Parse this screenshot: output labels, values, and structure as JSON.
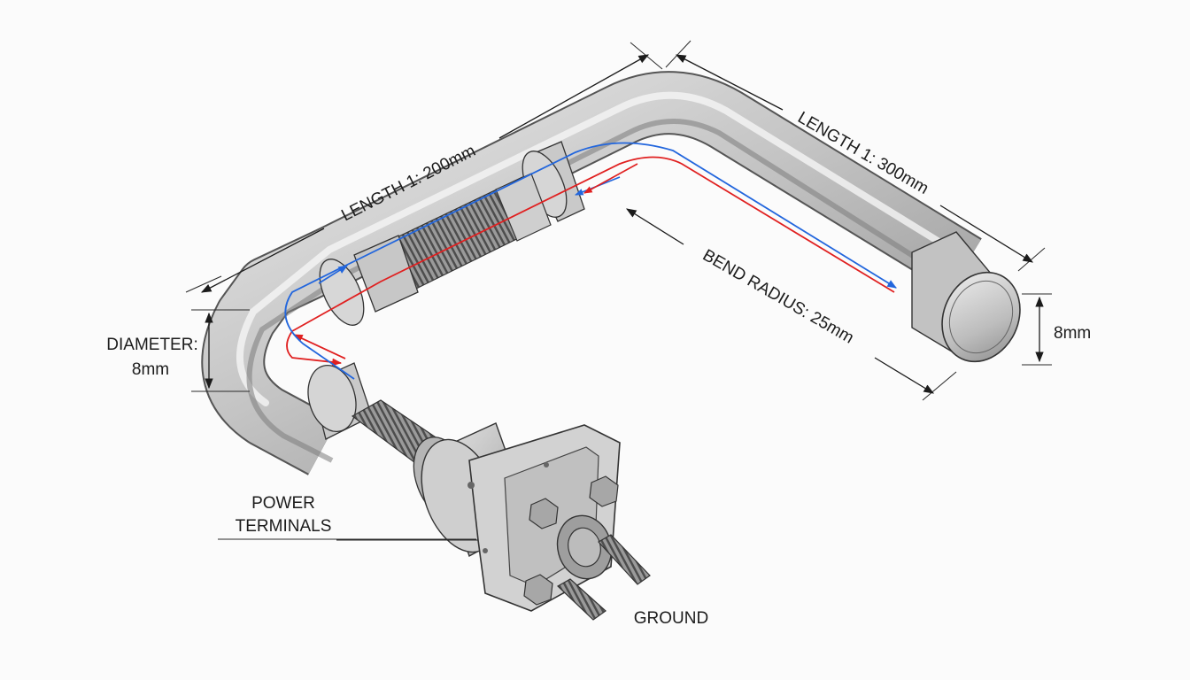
{
  "labels": {
    "length_left": "LENGTH 1: 200mm",
    "length_right": "LENGTH 1: 300mm",
    "bend_radius": "BEND RADIUS: 25mm",
    "diameter_line1": "DIAMETER:",
    "diameter_line2": "8mm",
    "end_diameter": "8mm",
    "power_line1": "POWER",
    "power_line2": "TERMINALS",
    "ground": "GROUND"
  },
  "colors": {
    "background": "#fbfbfb",
    "current_flow_red": "#e02020",
    "current_flow_blue": "#2266dd",
    "metal": "#b8b8b8"
  }
}
